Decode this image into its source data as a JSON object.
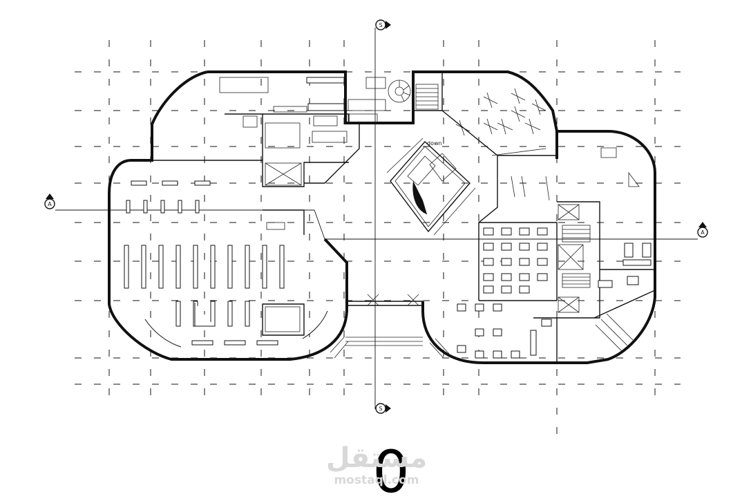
{
  "drawing": {
    "grid_axes": {
      "vertical": "S",
      "horizontal": "A"
    },
    "annotations": {
      "stair_direction": "down"
    },
    "level_number": "0"
  },
  "watermark": {
    "arabic": "مستقل",
    "latin": "mostaql.com"
  }
}
